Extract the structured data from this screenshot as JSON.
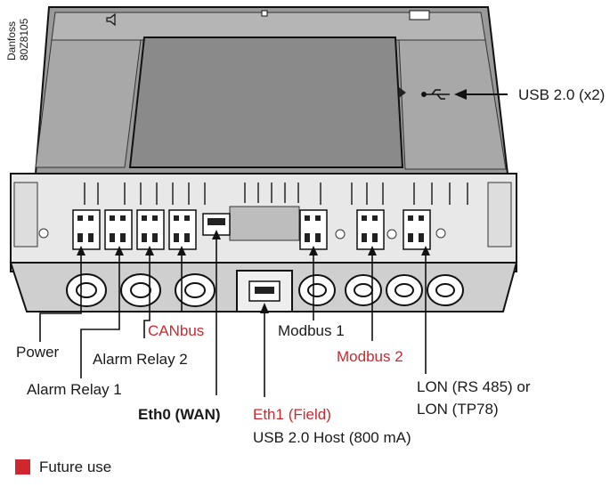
{
  "doc_code": {
    "line1": "Danfoss",
    "line2": "80Z8105"
  },
  "labels": {
    "usb": "USB 2.0 (x2)",
    "power": "Power",
    "alarm_relay_2": "Alarm Relay 2",
    "alarm_relay_1": "Alarm Relay 1",
    "canbus": "CANbus",
    "eth0": "Eth0 (WAN)",
    "modbus1": "Modbus 1",
    "modbus2": "Modbus 2",
    "eth1": "Eth1 (Field)",
    "usb_host": "USB 2.0 Host (800 mA)",
    "lon1": "LON (RS 485) or",
    "lon2": "LON (TP78)"
  },
  "legend": {
    "future_use": "Future use",
    "color": "#d0262e"
  },
  "colors": {
    "accent_red": "#d0262e",
    "device_gray": "#8c8c8c",
    "dark_gray": "#555555"
  }
}
